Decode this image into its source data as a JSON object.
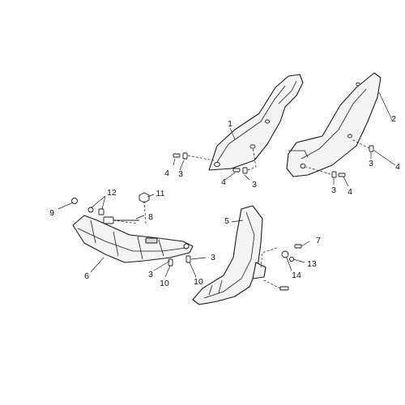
{
  "callouts": {
    "c1": "1",
    "c2": "2",
    "c3a": "3",
    "c3b": "3",
    "c3c": "3",
    "c3d": "3",
    "c3e": "3",
    "c3f": "3",
    "c4a": "4",
    "c4b": "4",
    "c4c": "4",
    "c4d": "4",
    "c5": "5",
    "c6": "6",
    "c7": "7",
    "c8": "8",
    "c9": "9",
    "c10a": "10",
    "c10b": "10",
    "c11": "11",
    "c12": "12",
    "c13": "13",
    "c14": "14"
  },
  "colors": {
    "line": "#1a1a1a",
    "part_fill": "#f4f4f4",
    "background": "#ffffff"
  }
}
